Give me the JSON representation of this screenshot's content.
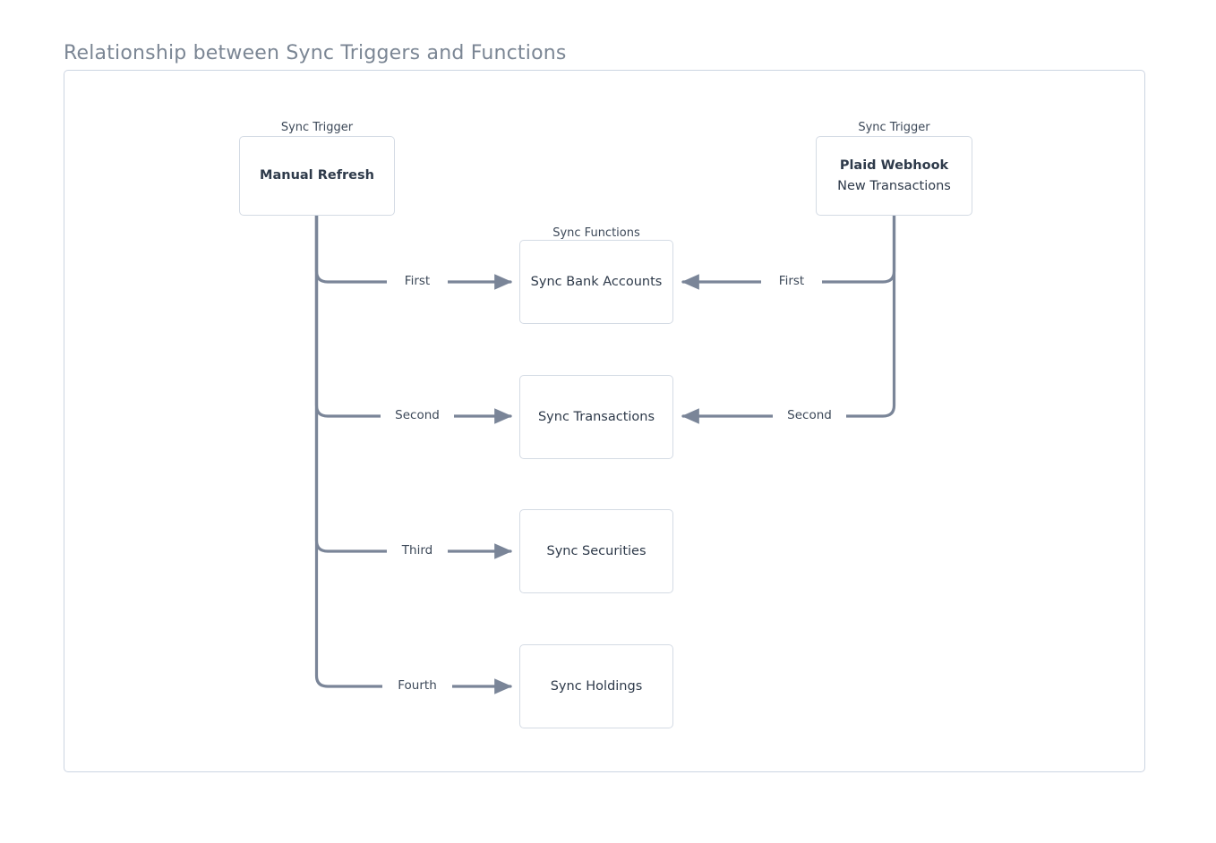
{
  "figure": {
    "title": "Relationship between Sync Triggers and Functions"
  },
  "colors": {
    "title_text": "#7b8694",
    "frame_border": "#ccd5e2",
    "node_border": "#d4dbe4",
    "node_text": "#2e3a4a",
    "edge_line": "#7a8598",
    "label_text": "#3c4858",
    "background": "#ffffff"
  },
  "clusters": [
    {
      "id": "trigger-manual",
      "label": "Sync Trigger"
    },
    {
      "id": "trigger-plaid",
      "label": "Sync Trigger"
    },
    {
      "id": "functions",
      "label": "Sync Functions"
    }
  ],
  "triggers": [
    {
      "id": "manual-refresh",
      "cluster_label": "Sync Trigger",
      "lines": [
        {
          "text": "Manual Refresh",
          "bold": true
        }
      ]
    },
    {
      "id": "plaid-webhook",
      "cluster_label": "Sync Trigger",
      "lines": [
        {
          "text": "Plaid Webhook",
          "bold": true
        },
        {
          "text": "New Transactions",
          "bold": false
        }
      ]
    }
  ],
  "functions": [
    {
      "id": "sync-bank-accounts",
      "label": "Sync Bank Accounts"
    },
    {
      "id": "sync-transactions",
      "label": "Sync Transactions"
    },
    {
      "id": "sync-securities",
      "label": "Sync Securities"
    },
    {
      "id": "sync-holdings",
      "label": "Sync Holdings"
    }
  ],
  "edges": [
    {
      "id": "manual-to-bank-accounts",
      "from": "manual-refresh",
      "to": "sync-bank-accounts",
      "label": "First",
      "direction": "left-to-right"
    },
    {
      "id": "manual-to-transactions",
      "from": "manual-refresh",
      "to": "sync-transactions",
      "label": "Second",
      "direction": "left-to-right"
    },
    {
      "id": "manual-to-securities",
      "from": "manual-refresh",
      "to": "sync-securities",
      "label": "Third",
      "direction": "left-to-right"
    },
    {
      "id": "manual-to-holdings",
      "from": "manual-refresh",
      "to": "sync-holdings",
      "label": "Fourth",
      "direction": "left-to-right"
    },
    {
      "id": "plaid-to-bank-accounts",
      "from": "plaid-webhook",
      "to": "sync-bank-accounts",
      "label": "First",
      "direction": "right-to-left"
    },
    {
      "id": "plaid-to-transactions",
      "from": "plaid-webhook",
      "to": "sync-transactions",
      "label": "Second",
      "direction": "right-to-left"
    }
  ]
}
